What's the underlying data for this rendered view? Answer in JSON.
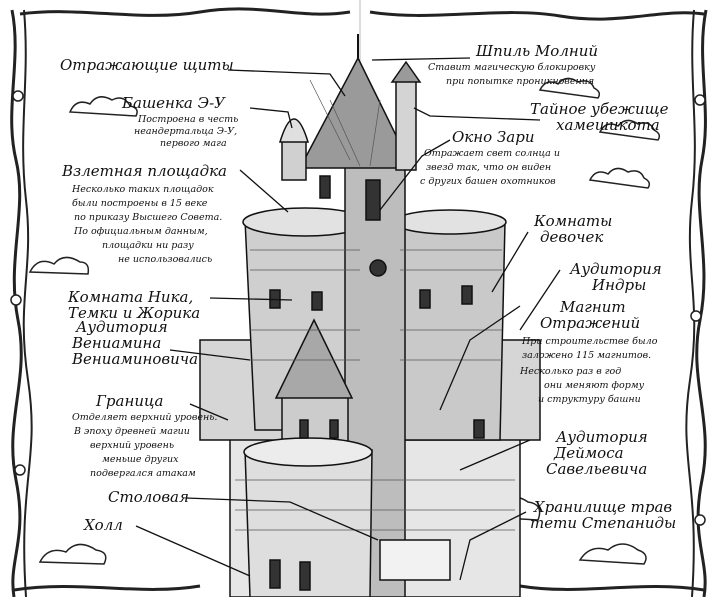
{
  "labels": {
    "shields": "Отражающие щиты",
    "spire_title": "Шпиль Молний",
    "spire_desc1": "Ставит магическую блокировку",
    "spire_desc2": "при попытке проникновения",
    "tower_title": "Башенка Э-У",
    "tower_desc1": "Построена в честь",
    "tower_desc2": "неандертальца Э-У,",
    "tower_desc3": "первого мага",
    "hideout_title1": "Тайное убежище",
    "hideout_title2": "хамешикота",
    "dawn_title": "Окно Зари",
    "dawn_desc1": "Отражает свет солнца и",
    "dawn_desc2": "звезд так, что он виден",
    "dawn_desc3": "с других башен охотников",
    "pad_title": "Взлетная площадка",
    "pad_desc1": "Несколько таких площадок",
    "pad_desc2": "были построены в 15 веке",
    "pad_desc3": "по приказу Высшего Совета.",
    "pad_desc4": "По официальным данным,",
    "pad_desc5": "площадки ни разу",
    "pad_desc6": "не использовались",
    "girls_title1": "Комнаты",
    "girls_title2": "девочек",
    "indra_title1": "Аудитория",
    "indra_title2": "Индры",
    "boys_title1": "Комната Ника,",
    "boys_title2": "Темки и Жорика",
    "magnet_title1": "Магнит",
    "magnet_title2": "Отражений",
    "magnet_desc1": "При строительстве было",
    "magnet_desc2": "заложено 115 магнитов.",
    "magnet_desc3": "Несколько раз в год",
    "magnet_desc4": "они меняют форму",
    "magnet_desc5": "и структуру башни",
    "ven_title1": "Аудитория",
    "ven_title2": "Вениамина",
    "ven_title3": "Вениаминовича",
    "border_title": "Граница",
    "border_desc1": "Отделяет верхний уровень.",
    "border_desc2": "В эпоху древней магии",
    "border_desc3": "верхний уровень",
    "border_desc4": "меньше других",
    "border_desc5": "подвергался атакам",
    "deimos_title1": "Аудитория",
    "deimos_title2": "Деймоса",
    "deimos_title3": "Савельевича",
    "dining": "Столовая",
    "herbs_title1": "Хранилище трав",
    "herbs_title2": "тети Степаниды",
    "hall": "Холл"
  },
  "colors": {
    "ink": "#111111",
    "paper": "#ffffff",
    "stone": "#d8d8d8",
    "dark": "#333333"
  }
}
